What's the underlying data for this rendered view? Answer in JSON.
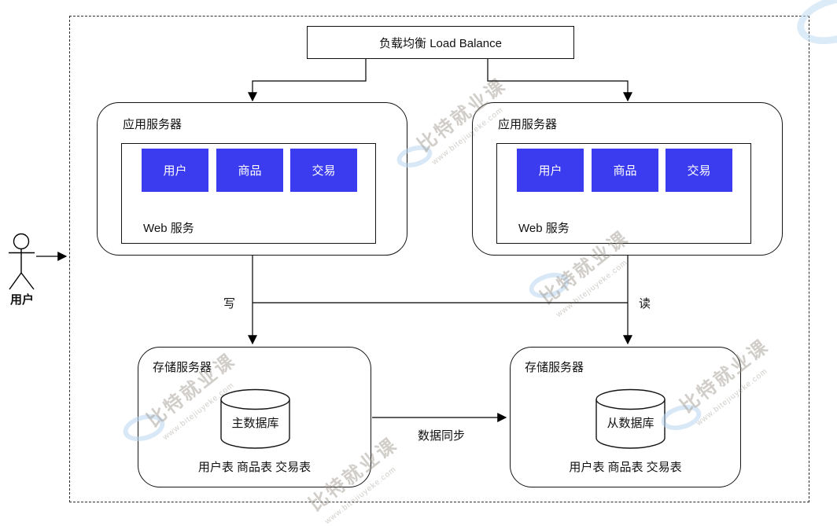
{
  "load_balancer_label": "负载均衡 Load Balance",
  "actor_label": "用户",
  "app_servers": [
    {
      "title": "应用服务器",
      "services": [
        "用户",
        "商品",
        "交易"
      ],
      "web_label": "Web 服务"
    },
    {
      "title": "应用服务器",
      "services": [
        "用户",
        "商品",
        "交易"
      ],
      "web_label": "Web 服务"
    }
  ],
  "edges": {
    "write": "写",
    "read": "读",
    "sync": "数据同步"
  },
  "storage_servers": [
    {
      "title": "存储服务器",
      "database": "主数据库",
      "tables": "用户表 商品表 交易表"
    },
    {
      "title": "存储服务器",
      "database": "从数据库",
      "tables": "用户表 商品表 交易表"
    }
  ],
  "watermark": {
    "brand": "比特就业课",
    "url": "www.bitejiuyeke.com"
  },
  "colors": {
    "service_box": "#3b3bf0",
    "line": "#000000",
    "watermark_text": "#9e9890",
    "watermark_ring": "#bdd8f0"
  }
}
